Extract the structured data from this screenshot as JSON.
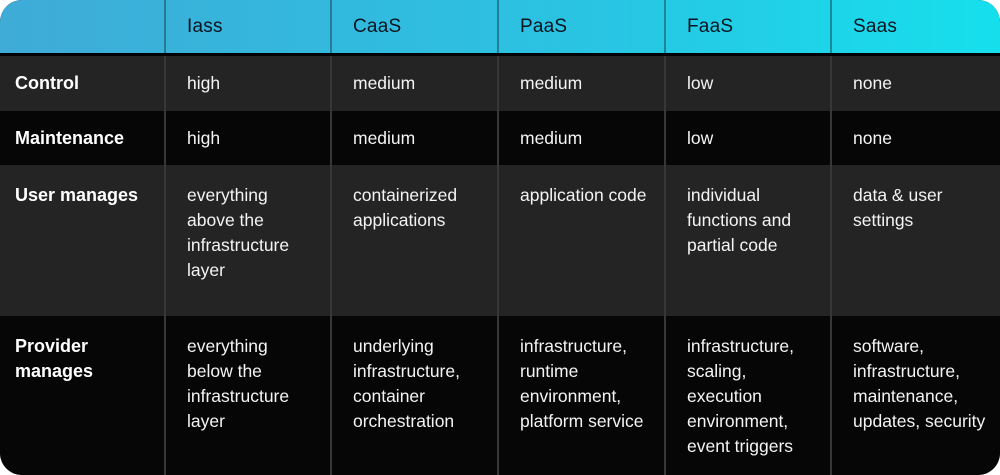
{
  "table": {
    "columns": [
      "",
      "Iass",
      "CaaS",
      "PaaS",
      "FaaS",
      "Saas"
    ],
    "rows": [
      {
        "label": "Control",
        "cells": [
          "high",
          "medium",
          "medium",
          "low",
          "none"
        ]
      },
      {
        "label": "Maintenance",
        "cells": [
          "high",
          "medium",
          "medium",
          "low",
          "none"
        ]
      },
      {
        "label": "User manages",
        "cells": [
          "everything above the infrastructure layer",
          "containerized applications",
          "application code",
          "individual functions and partial code",
          "data & user settings"
        ]
      },
      {
        "label": "Provider manages",
        "cells": [
          "everything below the infrastructure layer",
          "underlying infrastructure, container orchestration",
          "infrastructure, runtime environment, platform service",
          "infrastructure, scaling, execution environment, event triggers",
          "software, infrastructure, maintenance, updates, security"
        ]
      }
    ]
  },
  "colors": {
    "header_gradient_start": "#3FABD7",
    "header_gradient_end": "#16DFEC",
    "header_text": "#0B1520",
    "row_dark": "#060606",
    "row_light": "#242424",
    "body_text": "#F4F4F4",
    "divider": "#353739"
  }
}
